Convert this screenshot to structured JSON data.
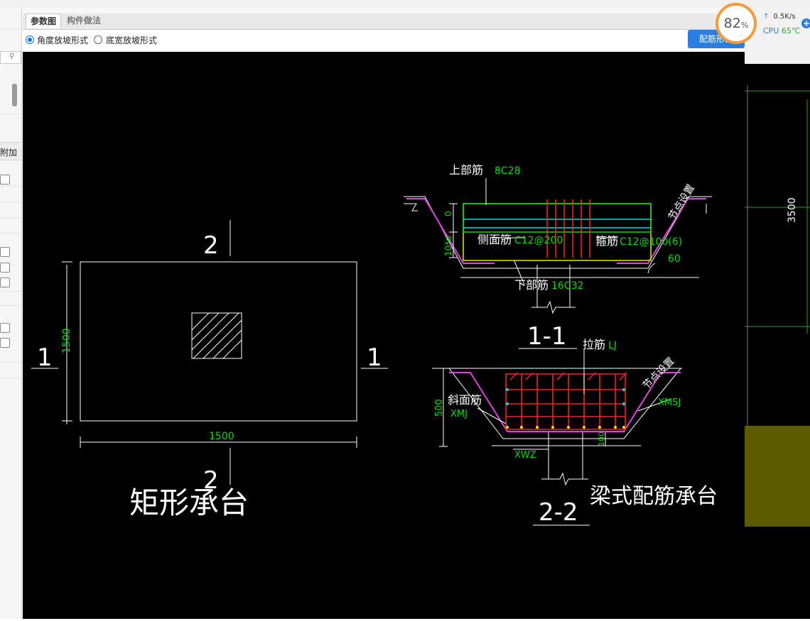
{
  "tabs": [
    {
      "label": "参数图",
      "active": true
    },
    {
      "label": "构件做法",
      "active": false
    }
  ],
  "options": {
    "radio_angle": "角度放坡形式",
    "radio_width": "底宽放坡形式",
    "selected": "角度放坡形式",
    "config_button": "配筋形式"
  },
  "left_panel": {
    "header_text": "附加"
  },
  "monitor": {
    "percent": "82",
    "percent_sign": "%",
    "speed": "0.5K/s",
    "cpu_label": "CPU",
    "cpu_temp": "65℃",
    "accent_color": "#f39a3a"
  },
  "background_app": {
    "dimension_label": "3500"
  },
  "drawing": {
    "rect_cap": {
      "title": "矩形承台",
      "section_mark_v": "2",
      "section_mark_h": "1",
      "dim_width": "1500",
      "dim_height": "1500"
    },
    "section11": {
      "label": "1-1",
      "top_bar_label": "上部筋",
      "top_bar_value": "8C28",
      "side_bar_label": "侧面筋",
      "side_bar_value": "C12@200",
      "stirrup_label": "箍筋",
      "stirrup_value": "C12@100(6)",
      "bottom_bar_label": "下部筋",
      "bottom_bar_value": "16C32",
      "node_setting": "节点设置",
      "angle": "60",
      "dim_zero": "0",
      "dim_side": "10*d"
    },
    "section22": {
      "label": "2-2",
      "tie_bar_label": "拉筋",
      "tie_bar_value": "LJ",
      "slope_bar_label": "斜面筋",
      "slope_bar_code": "XMJ",
      "node_setting": "节点设置",
      "xmsj": "XMSJ",
      "xwz": "XWZ",
      "dim_height": "500",
      "dim_bottom": "100"
    },
    "beam_cap_title": "梁式配筋承台"
  }
}
